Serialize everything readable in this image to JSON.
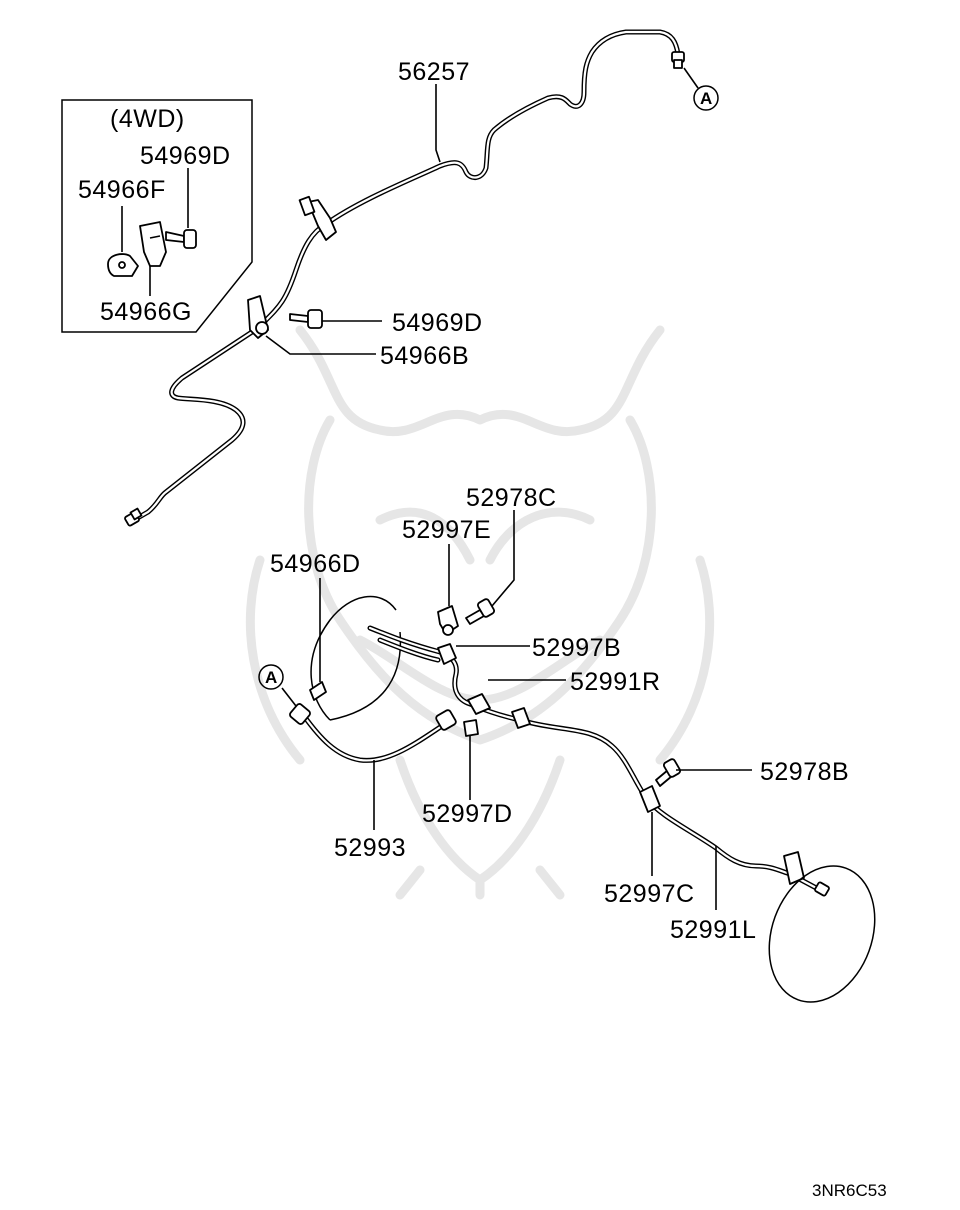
{
  "diagram": {
    "inset_label": "(4WD)",
    "part_labels": {
      "p56257": "56257",
      "p54969D_inset": "54969D",
      "p54966F": "54966F",
      "p54966G": "54966G",
      "p54969D": "54969D",
      "p54966B": "54966B",
      "p52978C": "52978C",
      "p52997E": "52997E",
      "p54966D": "54966D",
      "p52997B": "52997B",
      "p52991R": "52991R",
      "p52978B": "52978B",
      "p52997D": "52997D",
      "p52993": "52993",
      "p52997C": "52997C",
      "p52991L": "52991L"
    },
    "connector_marks": {
      "top": "A",
      "bottom": "A"
    },
    "diagram_code": "3NR6C53"
  }
}
